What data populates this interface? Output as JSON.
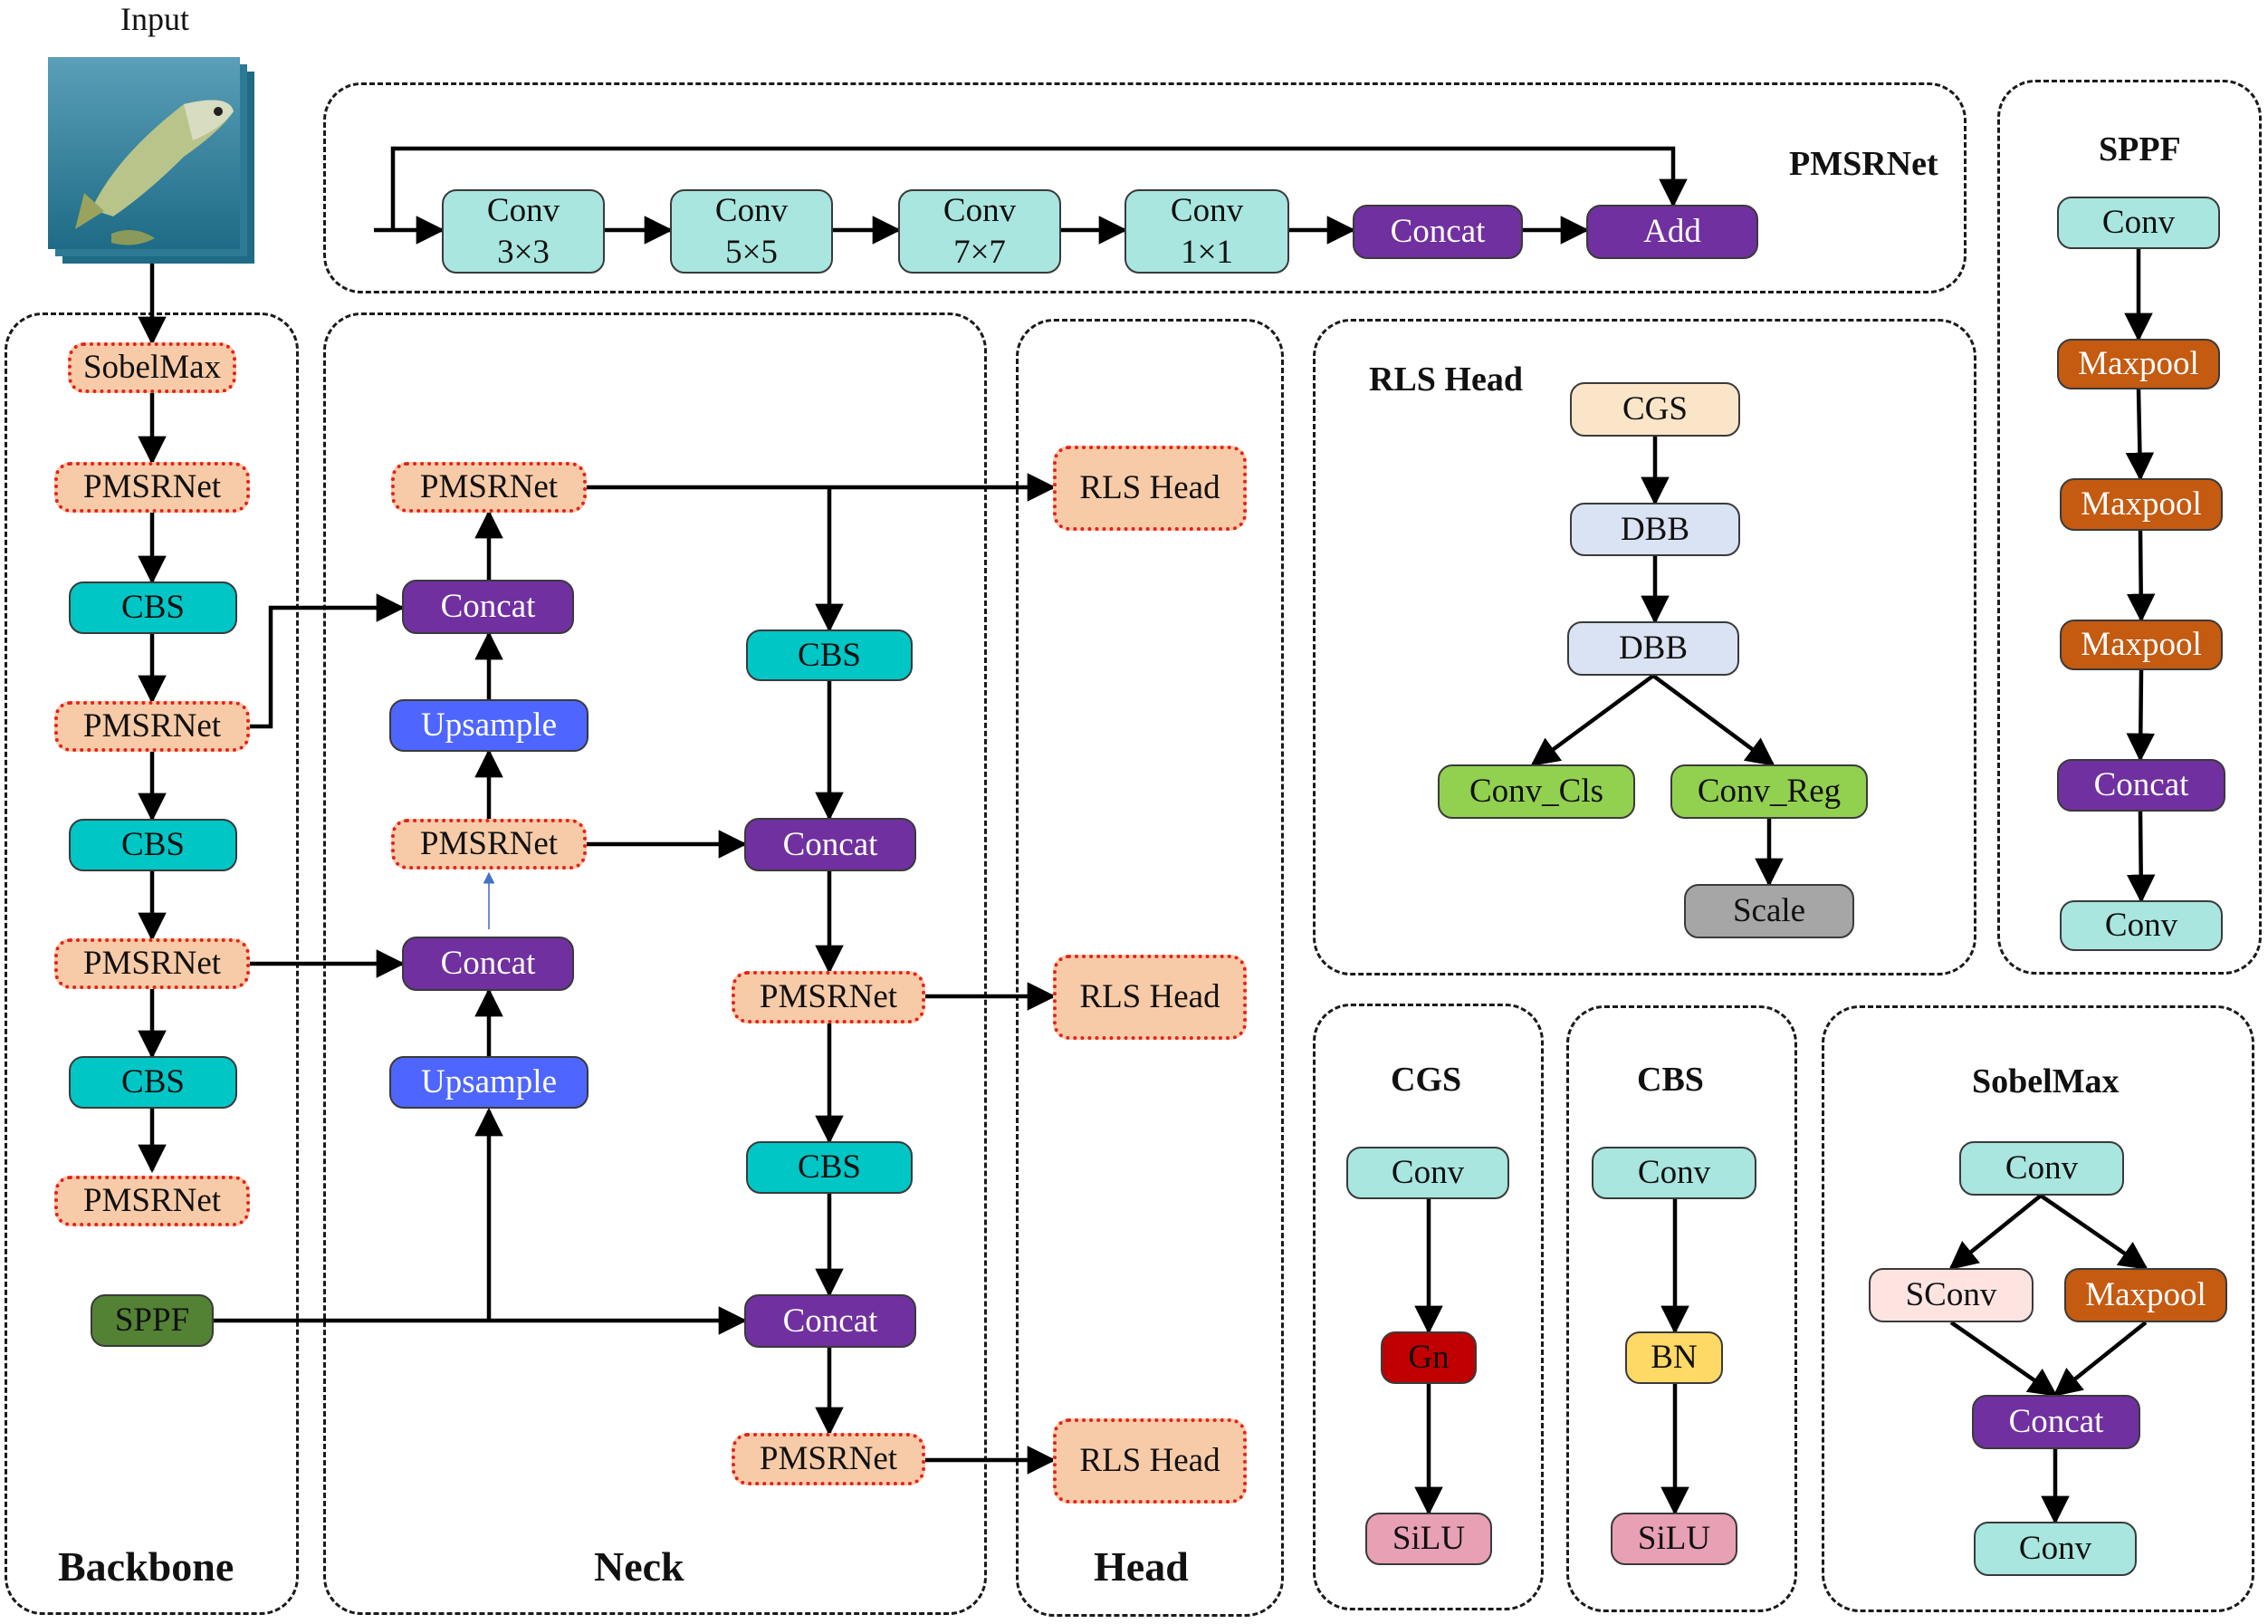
{
  "input_label": "Input",
  "titles": {
    "backbone": "Backbone",
    "neck": "Neck",
    "head": "Head",
    "pmsrnet": "PMSRNet",
    "sppf": "SPPF",
    "rls_head": "RLS Head",
    "cgs": "CGS",
    "cbs": "CBS",
    "sobelmax": "SobelMax"
  },
  "pmsrnet_detail": {
    "conv3": [
      "Conv",
      "3×3"
    ],
    "conv5": [
      "Conv",
      "5×5"
    ],
    "conv7": [
      "Conv",
      "7×7"
    ],
    "conv1": [
      "Conv",
      "1×1"
    ],
    "concat": "Concat",
    "add": "Add"
  },
  "backbone": [
    "SobelMax",
    "PMSRNet",
    "CBS",
    "PMSRNet",
    "CBS",
    "PMSRNet",
    "CBS",
    "PMSRNet",
    "SPPF"
  ],
  "neck_left": [
    "PMSRNet",
    "Concat",
    "Upsample",
    "PMSRNet",
    "Concat",
    "Upsample"
  ],
  "neck_right": [
    "CBS",
    "Concat",
    "PMSRNet",
    "CBS",
    "Concat",
    "PMSRNet"
  ],
  "head": [
    "RLS Head",
    "RLS Head",
    "RLS Head"
  ],
  "rls_detail": [
    "CGS",
    "DBB",
    "DBB",
    "Conv_Cls",
    "Conv_Reg",
    "Scale"
  ],
  "sppf_detail": [
    "Conv",
    "Maxpool",
    "Maxpool",
    "Maxpool",
    "Concat",
    "Conv"
  ],
  "cgs_detail": [
    "Conv",
    "Gn",
    "SiLU"
  ],
  "cbs_detail": [
    "Conv",
    "BN",
    "SiLU"
  ],
  "sobelmax_detail": [
    "Conv",
    "SConv",
    "Maxpool",
    "Concat",
    "Conv"
  ],
  "colors": {
    "conv_teal": "#a8e6df",
    "cbs_teal": "#00c6c6",
    "pmsrnet_peach": "#f8cba8",
    "pmsrnet_border": "#e3221c",
    "concat_purple": "#7030a0",
    "upsample_blue": "#4e66ff",
    "sppf_green": "#548235",
    "maxpool_orange": "#c55a11",
    "cgs_cream": "#fbe5c8",
    "dbb_blue": "#dae3f3",
    "conv_green": "#92d050",
    "scale_gray": "#a6a6a6",
    "gn_red": "#c00000",
    "bn_yellow": "#ffd966",
    "silu_pink": "#e8a0b4",
    "sconv_pink": "#fde4e1"
  }
}
